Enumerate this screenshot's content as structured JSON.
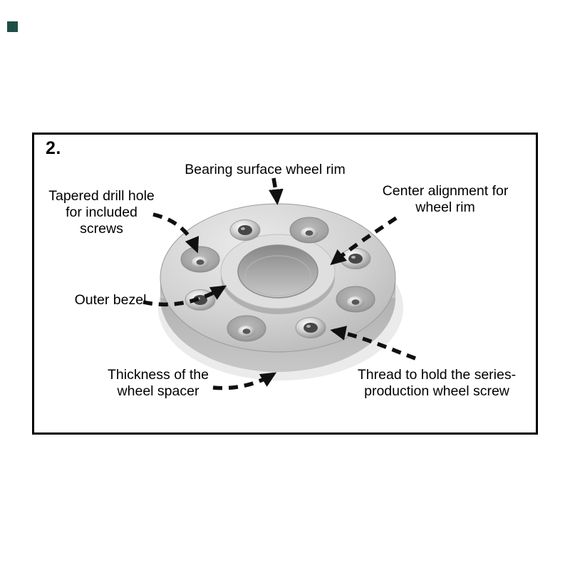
{
  "figure": {
    "step_number": "2.",
    "labels": {
      "bearing_surface": [
        "Bearing surface wheel rim"
      ],
      "tapered_hole": [
        "Tapered drill hole",
        "for included",
        "screws"
      ],
      "center_alignment": [
        "Center alignment for",
        "wheel rim"
      ],
      "outer_bezel": [
        "Outer bezel"
      ],
      "thickness": [
        "Thickness of the",
        "wheel spacer"
      ],
      "thread": [
        "Thread to hold the series-",
        "production wheel screw"
      ]
    },
    "colors": {
      "frame_border": "#000000",
      "text": "#000000",
      "arrow": "#101010",
      "corner_mark": "#1e4f46",
      "spacer_light": "#e9e9e9",
      "spacer_mid": "#c9c9c9",
      "spacer_dark": "#9a9a9a"
    }
  }
}
